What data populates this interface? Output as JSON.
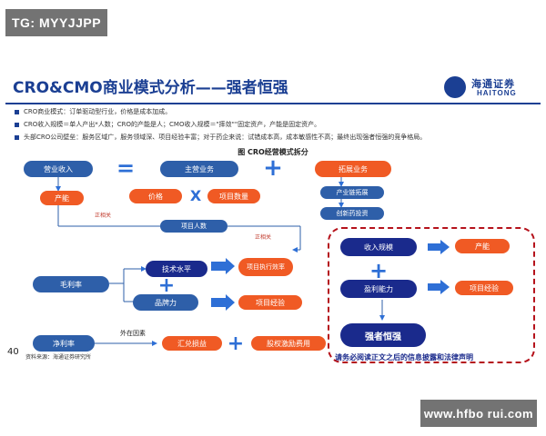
{
  "watermark_top": "TG: MYYJJPP",
  "watermark_bottom": "www.hfbo rui.com",
  "title": "CRO&CMO商业模式分析——强者恒强",
  "logo": {
    "cn": "海通证券",
    "en": "HAITONG"
  },
  "bullets": [
    "CRO商业模式：订单驱动型行业，价格是成本加成。",
    "CRO收入规模＝单人产出*人数；CRO的产能是人；CMO收入规模＝\"摔敛\"\"固定资产，产能是固定资产。",
    "头部CRO公司壁垒：服务区域广，服务领域深、项目经验丰富；对于药企来说：试错成本高，成本敏感性不高；最终出现强者恒强的竞争格局。"
  ],
  "figure_title": "图  CRO经营模式拆分",
  "nodes": {
    "revenue": "营业收入",
    "main_business": "主营业务",
    "expand_business": "拓展业务",
    "capacity": "产能",
    "price": "价格",
    "project_count": "项目数量",
    "industry_chain": "产业链拓展",
    "innovative_invest": "创新药投资",
    "project_headcount": "项目人数",
    "gross_margin": "毛利率",
    "tech_level": "技术水平",
    "brand": "品牌力",
    "project_efficiency": "项目执行效率",
    "project_experience": "项目经验",
    "net_margin": "净利率",
    "exchange_loss": "汇兑损益",
    "equity_incentive": "股权激励费用",
    "revenue_scale": "收入规模",
    "capacity_right": "产能",
    "profitability": "盈利能力",
    "project_experience_right": "项目经验",
    "strong": "强者恒强"
  },
  "labels": {
    "positive1": "正相关",
    "positive2": "正相关",
    "external": "外在因素"
  },
  "operators": {
    "equals": "=",
    "plus": "+",
    "times": "X"
  },
  "page_number": "40",
  "source": "资料来源：海通证券研究所",
  "notice": "请务必阅读正文之后的信息披露和法律声明",
  "colors": {
    "blue": "#2e5fa9",
    "navy": "#1a2a8c",
    "orange": "#f05a24",
    "plus": "#2e6fd6",
    "dash": "#b5121b"
  }
}
